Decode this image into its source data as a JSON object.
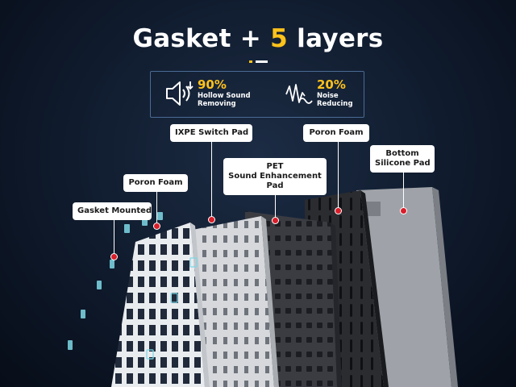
{
  "title": {
    "main": "Gasket + ",
    "highlight": "5",
    "rest": " layers"
  },
  "specs": [
    {
      "value": "90%",
      "line1": "Hollow Sound",
      "line2": "Removing",
      "icon": "speaker-sound-icon"
    },
    {
      "value": "20%",
      "line1": "Noise",
      "line2": "Reducing",
      "icon": "noise-wave-icon"
    }
  ],
  "layers": [
    {
      "label": "Gasket Mounted"
    },
    {
      "label": "Poron Foam"
    },
    {
      "label": "IXPE Switch Pad"
    },
    {
      "label_lines": [
        "PET",
        "Sound Enhancement",
        "Pad"
      ]
    },
    {
      "label": "Poron Foam"
    },
    {
      "label_lines": [
        "Bottom",
        "Silicone Pad"
      ]
    }
  ],
  "colors": {
    "background": "#0f1a2c",
    "accent_yellow": "#ffc21a",
    "marker_red": "#d91e2a",
    "box_border": "#4a6b94",
    "gasket_cyan": "#7fd8e6"
  }
}
